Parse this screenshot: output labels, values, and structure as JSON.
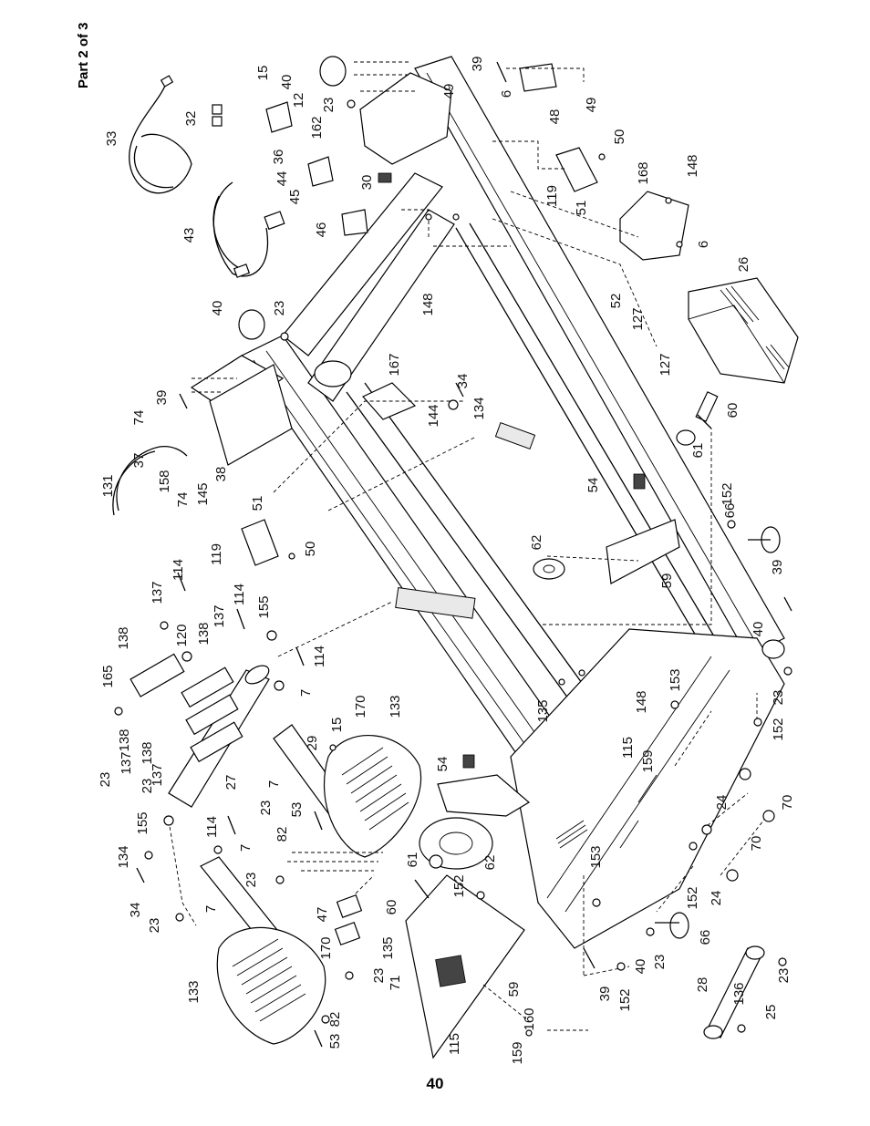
{
  "header": {
    "part_text": "Part 2 of 3"
  },
  "footer": {
    "page_number": "40"
  },
  "callouts": [
    {
      "id": "c1",
      "text": "33"
    },
    {
      "id": "c2",
      "text": "32"
    },
    {
      "id": "c3",
      "text": "43"
    },
    {
      "id": "c4",
      "text": "15"
    },
    {
      "id": "c5",
      "text": "12"
    },
    {
      "id": "c6",
      "text": "40"
    },
    {
      "id": "c7",
      "text": "23"
    },
    {
      "id": "c8",
      "text": "162"
    },
    {
      "id": "c9",
      "text": "36"
    },
    {
      "id": "c10",
      "text": "44"
    },
    {
      "id": "c11",
      "text": "45"
    },
    {
      "id": "c12",
      "text": "30"
    },
    {
      "id": "c13",
      "text": "46"
    },
    {
      "id": "c14",
      "text": "49"
    },
    {
      "id": "c15",
      "text": "39"
    },
    {
      "id": "c16",
      "text": "6"
    },
    {
      "id": "c17",
      "text": "48"
    },
    {
      "id": "c18",
      "text": "49"
    },
    {
      "id": "c19",
      "text": "50"
    },
    {
      "id": "c20",
      "text": "119"
    },
    {
      "id": "c21",
      "text": "51"
    },
    {
      "id": "c22",
      "text": "168"
    },
    {
      "id": "c23",
      "text": "148"
    },
    {
      "id": "c24",
      "text": "6"
    },
    {
      "id": "c25",
      "text": "148"
    },
    {
      "id": "c26",
      "text": "52"
    },
    {
      "id": "c27",
      "text": "26"
    },
    {
      "id": "c28",
      "text": "127"
    },
    {
      "id": "c29",
      "text": "127"
    },
    {
      "id": "c30",
      "text": "40"
    },
    {
      "id": "c31",
      "text": "23"
    },
    {
      "id": "c32",
      "text": "167"
    },
    {
      "id": "c33",
      "text": "34"
    },
    {
      "id": "c34",
      "text": "144"
    },
    {
      "id": "c35",
      "text": "134"
    },
    {
      "id": "c36",
      "text": "39"
    },
    {
      "id": "c37",
      "text": "74"
    },
    {
      "id": "c38",
      "text": "37"
    },
    {
      "id": "c39",
      "text": "131"
    },
    {
      "id": "c40",
      "text": "158"
    },
    {
      "id": "c41",
      "text": "74"
    },
    {
      "id": "c42",
      "text": "145"
    },
    {
      "id": "c43",
      "text": "38"
    },
    {
      "id": "c44",
      "text": "60"
    },
    {
      "id": "c45",
      "text": "61"
    },
    {
      "id": "c46",
      "text": "54"
    },
    {
      "id": "c47",
      "text": "152"
    },
    {
      "id": "c48",
      "text": "66"
    },
    {
      "id": "c49",
      "text": "51"
    },
    {
      "id": "c50",
      "text": "119"
    },
    {
      "id": "c51",
      "text": "50"
    },
    {
      "id": "c52",
      "text": "62"
    },
    {
      "id": "c53",
      "text": "59"
    },
    {
      "id": "c54",
      "text": "39"
    },
    {
      "id": "c55",
      "text": "114"
    },
    {
      "id": "c56",
      "text": "137"
    },
    {
      "id": "c57",
      "text": "114"
    },
    {
      "id": "c58",
      "text": "138"
    },
    {
      "id": "c59",
      "text": "137"
    },
    {
      "id": "c60",
      "text": "120"
    },
    {
      "id": "c61",
      "text": "138"
    },
    {
      "id": "c62",
      "text": "155"
    },
    {
      "id": "c63",
      "text": "165"
    },
    {
      "id": "c64",
      "text": "114"
    },
    {
      "id": "c65",
      "text": "7"
    },
    {
      "id": "c66",
      "text": "40"
    },
    {
      "id": "c67",
      "text": "153"
    },
    {
      "id": "c68",
      "text": "148"
    },
    {
      "id": "c69",
      "text": "23"
    },
    {
      "id": "c70",
      "text": "152"
    },
    {
      "id": "c71",
      "text": "15"
    },
    {
      "id": "c72",
      "text": "170"
    },
    {
      "id": "c73",
      "text": "133"
    },
    {
      "id": "c74",
      "text": "135"
    },
    {
      "id": "c75",
      "text": "138"
    },
    {
      "id": "c76",
      "text": "137"
    },
    {
      "id": "c77",
      "text": "23"
    },
    {
      "id": "c78",
      "text": "138"
    },
    {
      "id": "c79",
      "text": "137"
    },
    {
      "id": "c80",
      "text": "23"
    },
    {
      "id": "c81",
      "text": "27"
    },
    {
      "id": "c82",
      "text": "29"
    },
    {
      "id": "c83",
      "text": "7"
    },
    {
      "id": "c84",
      "text": "23"
    },
    {
      "id": "c85",
      "text": "53"
    },
    {
      "id": "c86",
      "text": "82"
    },
    {
      "id": "c87",
      "text": "115"
    },
    {
      "id": "c88",
      "text": "159"
    },
    {
      "id": "c89",
      "text": "54"
    },
    {
      "id": "c90",
      "text": "24"
    },
    {
      "id": "c91",
      "text": "70"
    },
    {
      "id": "c92",
      "text": "155"
    },
    {
      "id": "c93",
      "text": "114"
    },
    {
      "id": "c94",
      "text": "7"
    },
    {
      "id": "c95",
      "text": "134"
    },
    {
      "id": "c96",
      "text": "34"
    },
    {
      "id": "c97",
      "text": "23"
    },
    {
      "id": "c98",
      "text": "23"
    },
    {
      "id": "c99",
      "text": "7"
    },
    {
      "id": "c100",
      "text": "47"
    },
    {
      "id": "c101",
      "text": "61"
    },
    {
      "id": "c102",
      "text": "62"
    },
    {
      "id": "c103",
      "text": "153"
    },
    {
      "id": "c104",
      "text": "60"
    },
    {
      "id": "c105",
      "text": "152"
    },
    {
      "id": "c106",
      "text": "70"
    },
    {
      "id": "c107",
      "text": "24"
    },
    {
      "id": "c108",
      "text": "152"
    },
    {
      "id": "c109",
      "text": "66"
    },
    {
      "id": "c110",
      "text": "170"
    },
    {
      "id": "c111",
      "text": "133"
    },
    {
      "id": "c112",
      "text": "23"
    },
    {
      "id": "c113",
      "text": "135"
    },
    {
      "id": "c114",
      "text": "71"
    },
    {
      "id": "c115",
      "text": "82"
    },
    {
      "id": "c116",
      "text": "53"
    },
    {
      "id": "c117",
      "text": "59"
    },
    {
      "id": "c118",
      "text": "160"
    },
    {
      "id": "c119",
      "text": "115"
    },
    {
      "id": "c120",
      "text": "159"
    },
    {
      "id": "c121",
      "text": "39"
    },
    {
      "id": "c122",
      "text": "40"
    },
    {
      "id": "c123",
      "text": "23"
    },
    {
      "id": "c124",
      "text": "152"
    },
    {
      "id": "c125",
      "text": "28"
    },
    {
      "id": "c126",
      "text": "136"
    },
    {
      "id": "c127",
      "text": "25"
    },
    {
      "id": "c128",
      "text": "23"
    }
  ]
}
